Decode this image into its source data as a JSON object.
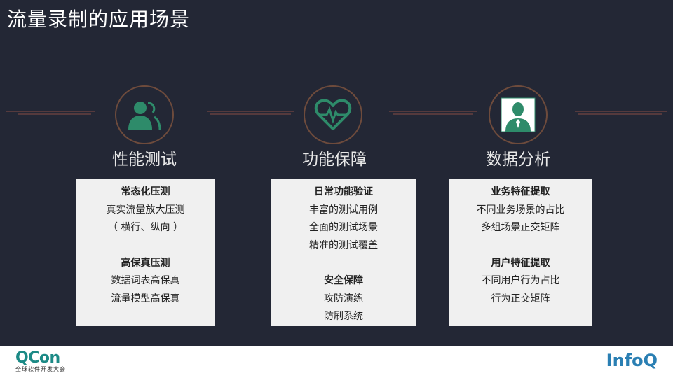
{
  "slide": {
    "title": "流量录制的应用场景"
  },
  "columns": [
    {
      "title": "性能测试",
      "icon": "users-icon",
      "groups": [
        {
          "heading": "常态化压测",
          "items": [
            "真实流量放大压测",
            "（ 横行、纵向 ）"
          ]
        },
        {
          "heading": "高保真压测",
          "items": [
            "数据词表高保真",
            "流量模型高保真"
          ]
        }
      ]
    },
    {
      "title": "功能保障",
      "icon": "heartbeat-icon",
      "groups": [
        {
          "heading": "日常功能验证",
          "items": [
            "丰富的测试用例",
            "全面的测试场景",
            "精准的测试覆盖"
          ]
        },
        {
          "heading": "安全保障",
          "items": [
            "攻防演练",
            "防刷系统"
          ]
        }
      ]
    },
    {
      "title": "数据分析",
      "icon": "user-profile-icon",
      "groups": [
        {
          "heading": "业务特征提取",
          "items": [
            "不同业务场景的占比",
            "多组场景正交矩阵"
          ]
        },
        {
          "heading": "用户特征提取",
          "items": [
            "不同用户行为占比",
            "行为正交矩阵"
          ]
        }
      ]
    }
  ],
  "footer": {
    "left_logo": "QCon",
    "left_tagline": "全球软件开发大会",
    "right_logo": "InfoQ"
  },
  "colors": {
    "background": "#232735",
    "icon_green": "#2e8b6a",
    "circle_border": "#6e4b3c",
    "deco_line": "#a0584a",
    "card_bg": "#f0f0f0"
  }
}
